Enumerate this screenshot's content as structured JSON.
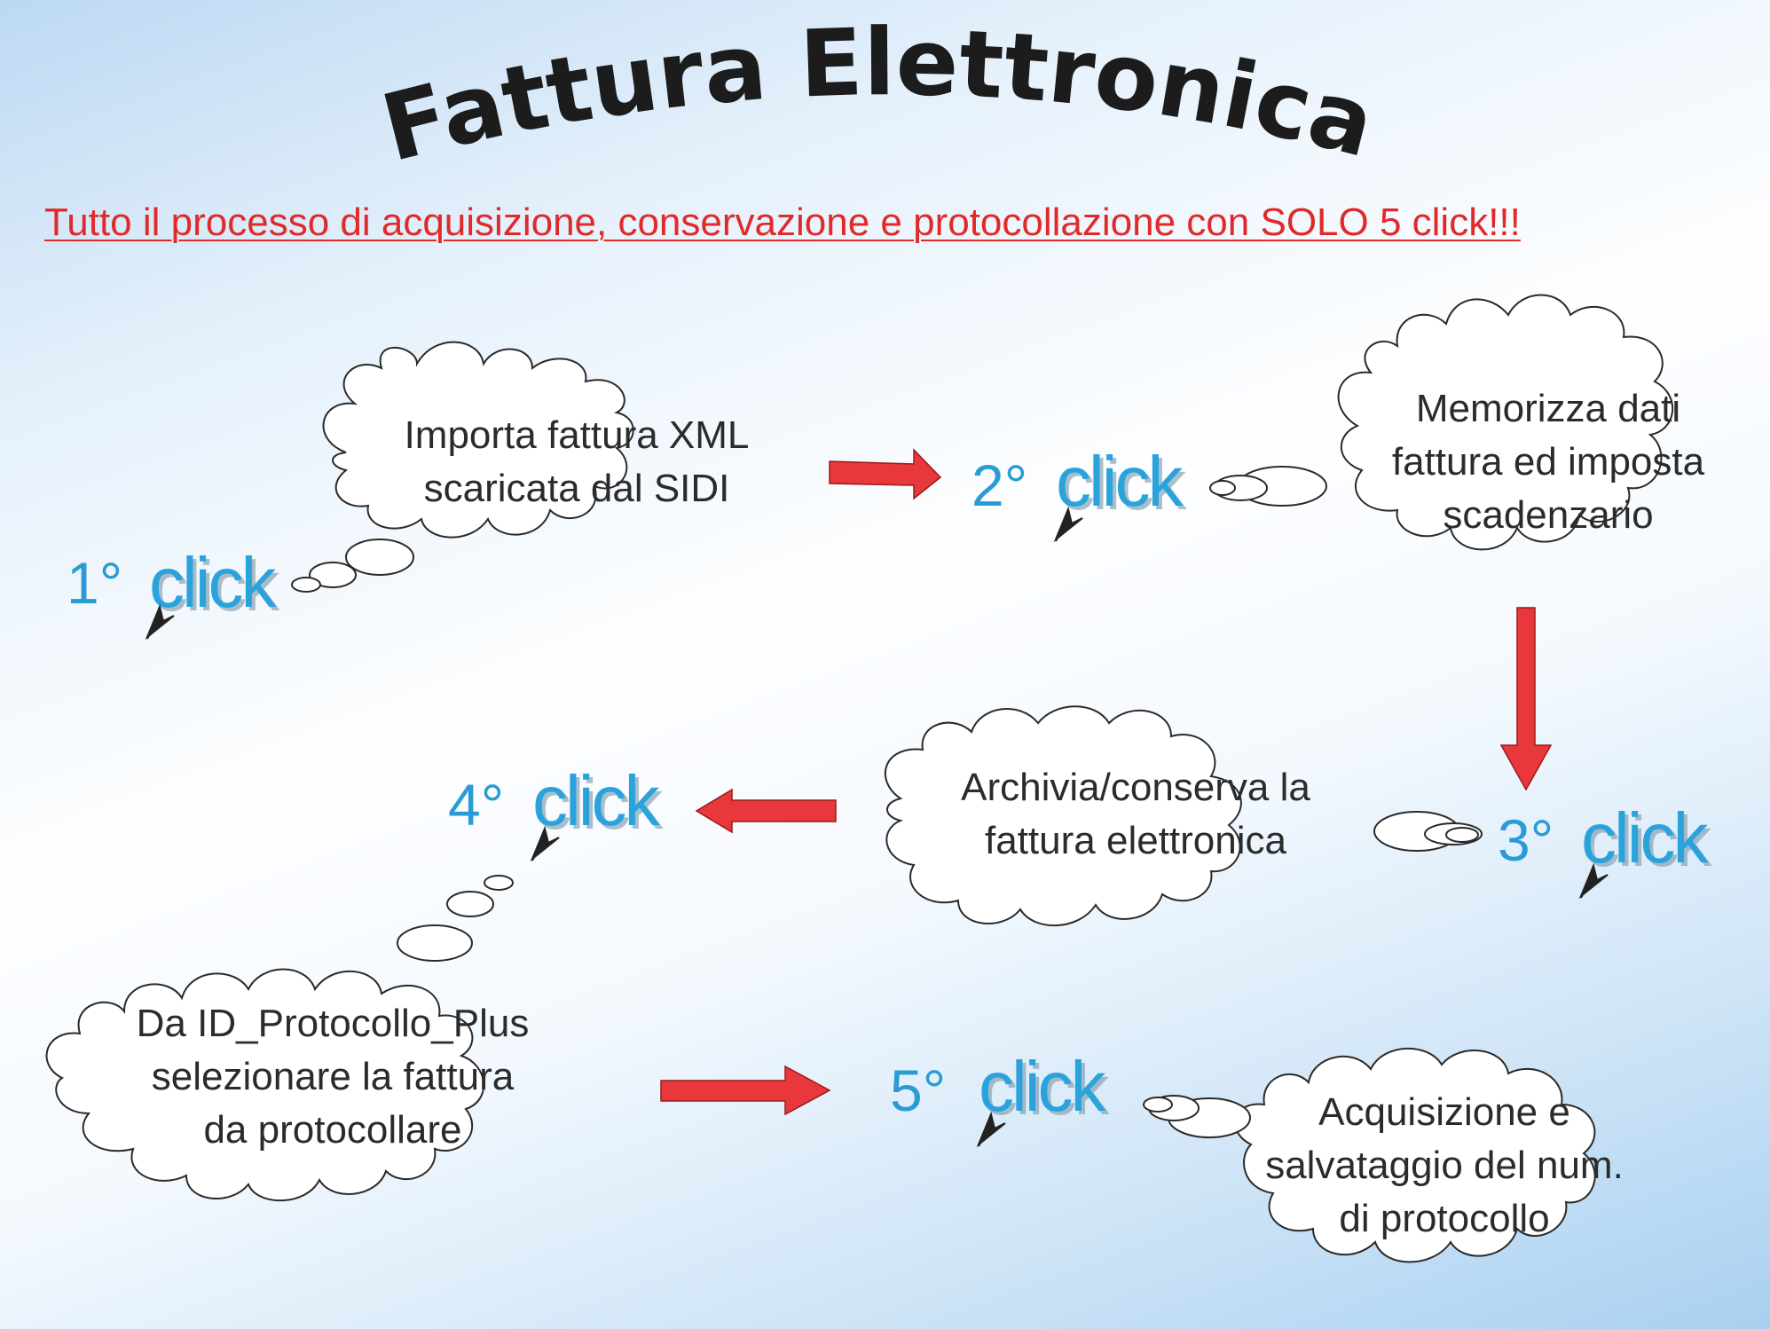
{
  "title": "Fattura Elettronica",
  "subtitle": "Tutto il processo di acquisizione, conservazione e protocollazione con SOLO 5 click!!!",
  "click_word": "click",
  "steps": [
    {
      "number": "1°",
      "cloud_lines": [
        "Importa fattura XML",
        "scaricata dal SIDI"
      ]
    },
    {
      "number": "2°",
      "cloud_lines": [
        "Memorizza dati",
        "fattura ed imposta",
        "scadenzario"
      ]
    },
    {
      "number": "3°",
      "cloud_lines": [
        "Archivia/conserva la",
        "fattura elettronica"
      ]
    },
    {
      "number": "4°",
      "cloud_lines": [
        "Da ID_Protocollo_Plus",
        "selezionare la fattura",
        "da protocollare"
      ]
    },
    {
      "number": "5°",
      "cloud_lines": [
        "Acquisizione e",
        "salvataggio del num.",
        "di protocollo"
      ]
    }
  ],
  "colors": {
    "accent_red": "#e02a2a",
    "arrow_red": "#e8383b",
    "click_blue": "#2aa3dd"
  }
}
